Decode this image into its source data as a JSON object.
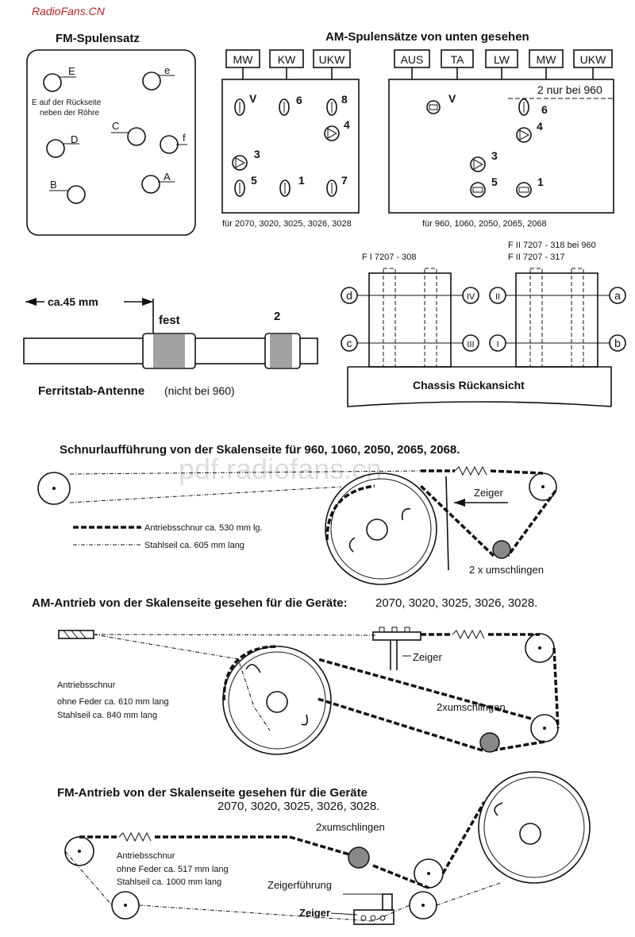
{
  "header": {
    "site": "RadioFans.CN",
    "watermark": "pdf.radiofans.cn"
  },
  "fm_coilset": {
    "title": "FM-Spulensatz",
    "labels": [
      "E",
      "e",
      "C",
      "D",
      "f",
      "B",
      "A"
    ],
    "note_line1": "E auf der Rückseite",
    "note_line2": "neben der Röhre"
  },
  "am_coilsets": {
    "title": "AM-Spulensätze von unten gesehen",
    "left": {
      "buttons": [
        "MW",
        "KW",
        "UKW"
      ],
      "markers": [
        "V",
        "6",
        "8",
        "4",
        "3",
        "5",
        "1",
        "7"
      ],
      "caption": "für 2070, 3020, 3025, 3026, 3028"
    },
    "right": {
      "buttons": [
        "AUS",
        "TA",
        "LW",
        "MW",
        "UKW"
      ],
      "note": "2 nur bei 960",
      "markers": [
        "V",
        "6",
        "4",
        "3",
        "5",
        "1"
      ],
      "caption": "für 960, 1060, 2050, 2065, 2068"
    }
  },
  "ferrite": {
    "distance": "ca.45 mm",
    "fest": "fest",
    "number": "2",
    "title": "Ferritstab-Antenne",
    "note": "(nicht bei 960)"
  },
  "chassis": {
    "label_left": "F I 7207 - 308",
    "label_right_1": "F II 7207 - 318 bei 960",
    "label_right_2": "F II 7207 - 317",
    "letters": [
      "d",
      "c",
      "a",
      "b"
    ],
    "numerals": [
      "IV",
      "III",
      "II",
      "I"
    ],
    "caption": "Chassis Rückansicht"
  },
  "diagram1": {
    "title": "Schnurlaufführung von der Skalenseite für 960, 1060, 2050, 2065, 2068.",
    "legend_cord": "Antriebsschnur ca. 530 mm lg.",
    "legend_steel": "Stahlseil ca. 605 mm lang",
    "pointer": "Zeiger",
    "wrap": "2 x umschlingen"
  },
  "diagram2": {
    "title_bold": "AM-Antrieb von der Skalenseite gesehen für die Geräte:",
    "title_models": "2070, 3020, 3025, 3026, 3028.",
    "legend_line1": "Antriebsschnur",
    "legend_line2": "ohne Feder ca. 610 mm lang",
    "legend_line3": "Stahlseil ca. 840 mm lang",
    "pointer": "Zeiger",
    "wrap": "2xumschlingen"
  },
  "diagram3": {
    "title_bold": "FM-Antrieb von der Skalenseite gesehen für die Geräte",
    "title_models": "2070, 3020, 3025, 3026, 3028.",
    "wrap": "2xumschlingen",
    "legend_line1": "Antriebsschnur",
    "legend_line2": "ohne Feder ca. 517 mm lang",
    "legend_line3": "Stahlseil ca. 1000 mm lang",
    "pointer_guide": "Zeigerführung",
    "pointer": "Zeiger"
  }
}
